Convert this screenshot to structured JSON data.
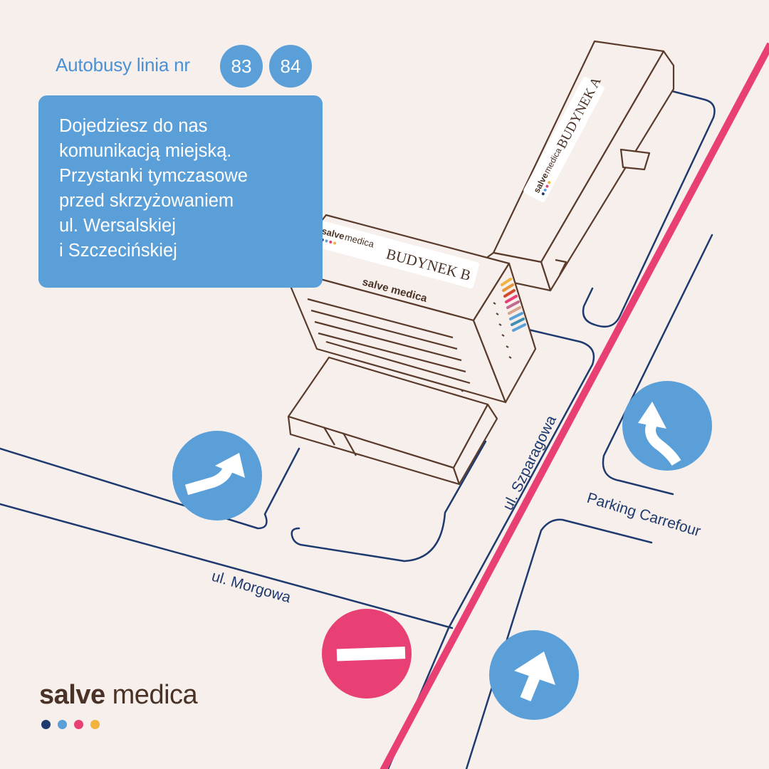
{
  "bus": {
    "label": "Autobusy linia nr",
    "lines": [
      "83",
      "84"
    ]
  },
  "info_box": {
    "lines": [
      "Dojedziesz do nas",
      "komunikacją miejską.",
      "Przystanki tymczasowe",
      "przed skrzyżowaniem",
      "ul. Wersalskiej",
      "i Szczecińskiej"
    ]
  },
  "buildings": {
    "a_sign": "BUDYNEK A",
    "b_sign": "BUDYNEK B",
    "b_facade": "salve medica",
    "mini_logo_bold": "salve",
    "mini_logo_light": "medica"
  },
  "streets": {
    "morgowa": "ul. Morgowa",
    "szparagowa": "ul. Szparagowa",
    "parking": "Parking Carrefour"
  },
  "logo": {
    "bold": "salve",
    "light": " medica",
    "dots": [
      "#1f3a6e",
      "#5b9fd9",
      "#e84074",
      "#f2b23e"
    ]
  },
  "colors": {
    "background": "#f6efeb",
    "accent_blue": "#5b9fd9",
    "road_line": "#1f3a6e",
    "building_outline": "#5a3a2a",
    "tram_line": "#e84074",
    "no_entry": "#e84074"
  },
  "icons": {
    "turn_right": "turn-right-arrow-icon",
    "straight": "straight-arrow-icon",
    "u_turn": "u-turn-arrow-icon",
    "no_entry": "no-entry-sign-icon"
  }
}
